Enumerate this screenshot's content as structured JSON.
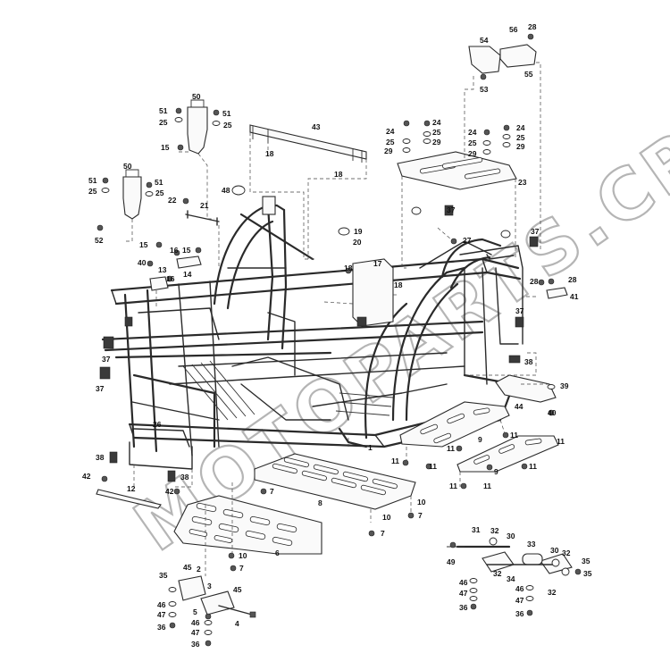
{
  "watermark": "MOTOPARTS.CR",
  "callouts": [
    "1",
    "2",
    "3",
    "4",
    "5",
    "6",
    "7",
    "8",
    "9",
    "10",
    "11",
    "12",
    "13",
    "14",
    "15",
    "16",
    "17",
    "18",
    "19",
    "20",
    "21",
    "22",
    "23",
    "24",
    "25",
    "26",
    "27",
    "28",
    "29",
    "30",
    "31",
    "32",
    "33",
    "34",
    "35",
    "36",
    "37",
    "38",
    "39",
    "40",
    "41",
    "42",
    "43",
    "44",
    "45",
    "46",
    "47",
    "48",
    "49",
    "50",
    "51",
    "52",
    "53",
    "54",
    "55",
    "56"
  ]
}
